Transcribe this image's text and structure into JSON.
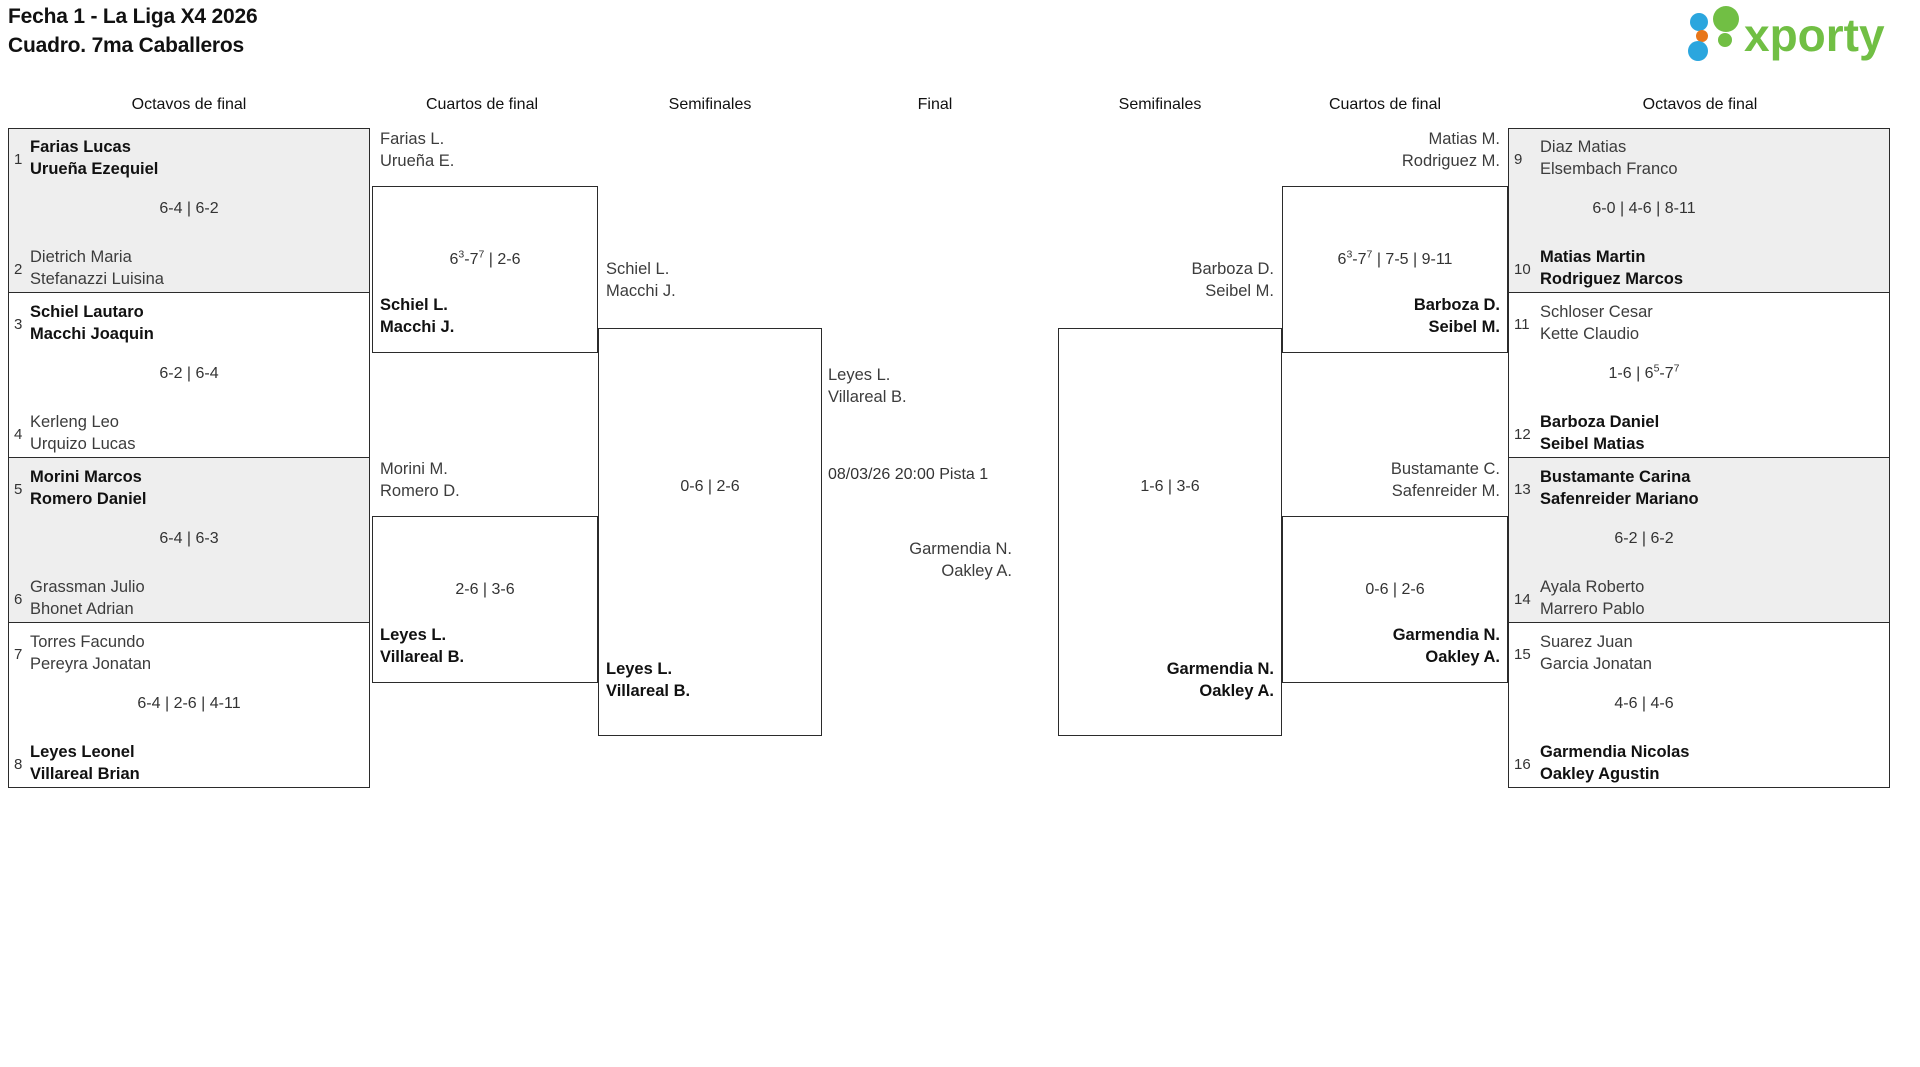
{
  "header": {
    "title_line1": "Fecha 1 - La Liga X4 2026",
    "title_line2": "Cuadro. 7ma Caballeros",
    "logo_text": "xporty",
    "logo_colors": {
      "green": "#71bf44",
      "orange": "#e8761a",
      "blue": "#2ba6de"
    }
  },
  "rounds": {
    "left_r16": "Octavos de final",
    "left_qf": "Cuartos de final",
    "left_sf": "Semifinales",
    "final": "Final",
    "right_sf": "Semifinales",
    "right_qf": "Cuartos de final",
    "right_r16": "Octavos de final"
  },
  "left_r16": [
    {
      "seed_a": "1",
      "a1": "Farias Lucas",
      "a2": "Urueña Ezequiel",
      "a_win": true,
      "seed_b": "2",
      "b1": "Dietrich Maria",
      "b2": "Stefanazzi Luisina",
      "b_win": false,
      "score": "6-4 | 6-2",
      "shaded": true
    },
    {
      "seed_a": "3",
      "a1": "Schiel Lautaro",
      "a2": "Macchi Joaquin",
      "a_win": true,
      "seed_b": "4",
      "b1": "Kerleng Leo",
      "b2": "Urquizo Lucas",
      "b_win": false,
      "score": "6-2 | 6-4",
      "shaded": false
    },
    {
      "seed_a": "5",
      "a1": "Morini Marcos",
      "a2": "Romero Daniel",
      "a_win": true,
      "seed_b": "6",
      "b1": "Grassman Julio",
      "b2": "Bhonet Adrian",
      "b_win": false,
      "score": "6-4 | 6-3",
      "shaded": true
    },
    {
      "seed_a": "7",
      "a1": "Torres Facundo",
      "a2": "Pereyra Jonatan",
      "a_win": false,
      "seed_b": "8",
      "b1": "Leyes Leonel",
      "b2": "Villareal Brian",
      "b_win": true,
      "score": "6-4 | 2-6 | 4-11",
      "shaded": false
    }
  ],
  "left_qf": [
    {
      "a1": "Farias L.",
      "a2": "Urueña E.",
      "a_win": false,
      "b1": "Schiel L.",
      "b2": "Macchi J.",
      "b_win": true,
      "score_html": "6<sup>3</sup>-7<sup>7</sup> | 2-6"
    },
    {
      "a1": "Morini M.",
      "a2": "Romero D.",
      "a_win": false,
      "b1": "Leyes L.",
      "b2": "Villareal B.",
      "b_win": true,
      "score_html": "2-6 | 3-6"
    }
  ],
  "left_sf": [
    {
      "a1": "Schiel L.",
      "a2": "Macchi J.",
      "a_win": false,
      "b1": "Leyes L.",
      "b2": "Villareal B.",
      "b_win": true,
      "score_html": "0-6 | 2-6"
    }
  ],
  "final": {
    "a1": "Leyes L.",
    "a2": "Villareal B.",
    "a_win": false,
    "b1": "Garmendia N.",
    "b2": "Oakley A.",
    "b_win": false,
    "schedule": "08/03/26 20:00 Pista 1"
  },
  "right_sf": [
    {
      "a1": "Barboza D.",
      "a2": "Seibel M.",
      "a_win": false,
      "b1": "Garmendia N.",
      "b2": "Oakley A.",
      "b_win": true,
      "score_html": "1-6 | 3-6"
    }
  ],
  "right_qf": [
    {
      "a1": "Matias M.",
      "a2": "Rodriguez M.",
      "a_win": false,
      "b1": "Barboza D.",
      "b2": "Seibel M.",
      "b_win": true,
      "score_html": "6<sup>3</sup>-7<sup>7</sup> | 7-5 | 9-11"
    },
    {
      "a1": "Bustamante C.",
      "a2": "Safenreider M.",
      "a_win": false,
      "b1": "Garmendia N.",
      "b2": "Oakley A.",
      "b_win": true,
      "score_html": "0-6 | 2-6"
    }
  ],
  "right_r16": [
    {
      "seed_a": "9",
      "a1": "Diaz Matias",
      "a2": "Elsembach Franco",
      "a_win": false,
      "seed_b": "10",
      "b1": "Matias Martin",
      "b2": "Rodriguez Marcos",
      "b_win": true,
      "score_html": "6-0 | 4-6 | 8-11",
      "shaded": true
    },
    {
      "seed_a": "11",
      "a1": "Schloser Cesar",
      "a2": "Kette Claudio",
      "a_win": false,
      "seed_b": "12",
      "b1": "Barboza Daniel",
      "b2": "Seibel Matias",
      "b_win": true,
      "score_html": "1-6 | 6<sup>5</sup>-7<sup>7</sup>",
      "shaded": false
    },
    {
      "seed_a": "13",
      "a1": "Bustamante Carina",
      "a2": "Safenreider Mariano",
      "a_win": true,
      "seed_b": "14",
      "b1": "Ayala Roberto",
      "b2": "Marrero Pablo",
      "b_win": false,
      "score_html": "6-2 | 6-2",
      "shaded": true
    },
    {
      "seed_a": "15",
      "a1": "Suarez Juan",
      "a2": "Garcia Jonatan",
      "a_win": false,
      "seed_b": "16",
      "b1": "Garmendia Nicolas",
      "b2": "Oakley Agustin",
      "b_win": true,
      "score_html": "4-6 | 4-6",
      "shaded": false
    }
  ]
}
